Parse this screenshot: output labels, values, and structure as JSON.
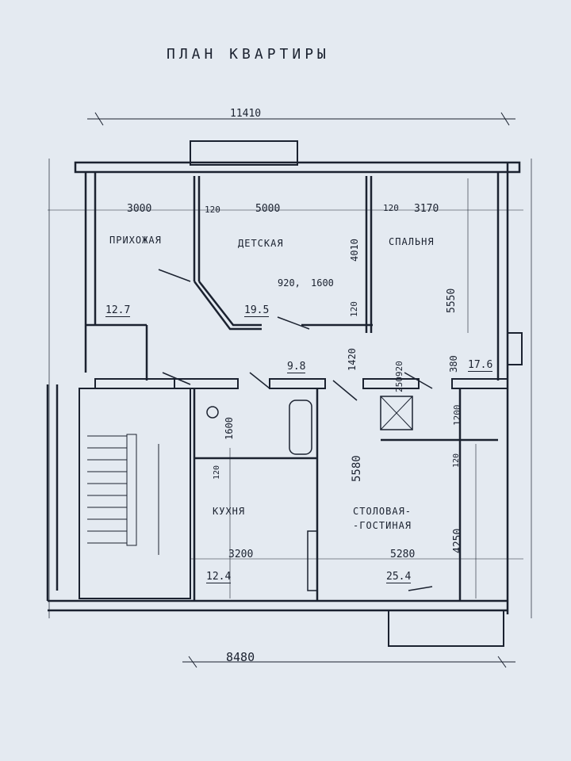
{
  "title": "ПЛАН КВАРТИРЫ",
  "overall_dimensions": {
    "width_top": "11410",
    "width_bottom": "8480"
  },
  "rooms": [
    {
      "name": "ПРИХОЖАЯ",
      "area": "12.7",
      "width": "3000"
    },
    {
      "name": "ДЕТСКАЯ",
      "area": "19.5",
      "width": "5000"
    },
    {
      "name": "СПАЛЬНЯ",
      "area": "17.6",
      "width": "3170"
    },
    {
      "name": "КУХНЯ",
      "area": "12.4",
      "width": "3200"
    },
    {
      "name": "СТОЛОВАЯ-ГОСТИНАЯ",
      "name_line1": "СТОЛОВАЯ-",
      "name_line2": "-ГОСТИНАЯ",
      "area": "25.4",
      "width": "5280"
    }
  ],
  "other_areas": {
    "bathroom": "9.8"
  },
  "dimensions": {
    "wall_120_a": "120",
    "wall_120_b": "120",
    "wall_120_c": "120",
    "wall_120_d": "120",
    "wall_120_e": "120",
    "d4010": "4010",
    "d920": "920,",
    "d1600": "1600",
    "d5550": "5550",
    "d1420": "1420",
    "d250_920": "250920",
    "d380": "380",
    "d1600_bath": "1600",
    "d5580": "5580",
    "d1200": "1200",
    "d4250": "4250"
  }
}
